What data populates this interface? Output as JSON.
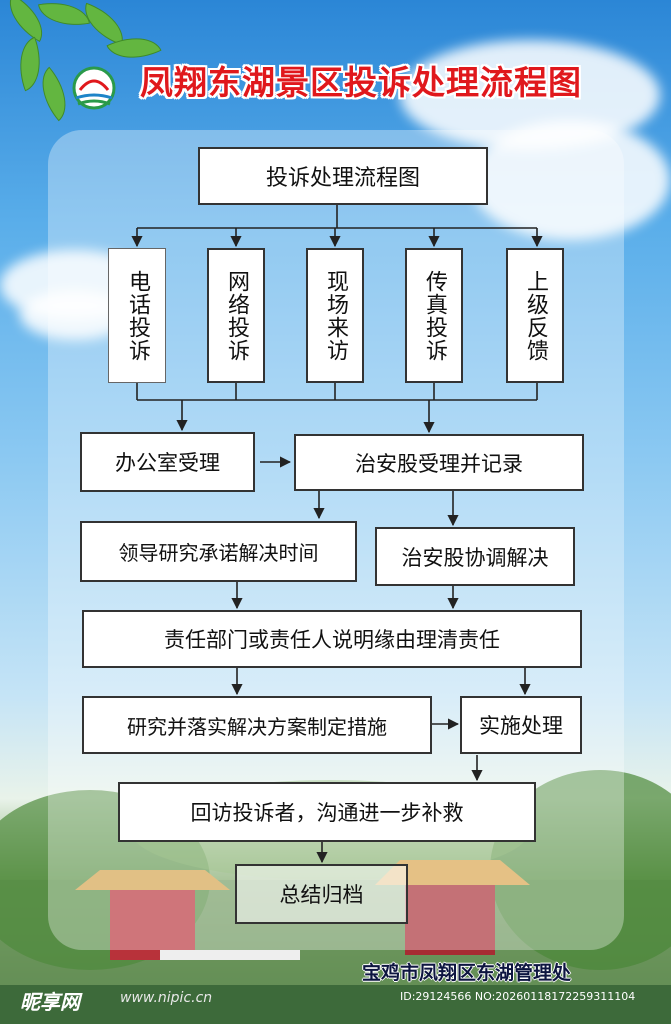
{
  "title": "凤翔东湖景区投诉处理流程图",
  "flow": {
    "header": "投诉处理流程图",
    "channels": [
      "电话投诉",
      "网络投诉",
      "现场来访",
      "传真投诉",
      "上级反馈"
    ],
    "office": "办公室受理",
    "security": "治安股受理并记录",
    "leaders": "领导研究承诺解决时间",
    "coordinate": "治安股协调解决",
    "responsibility": "责任部门或责任人说明缘由理清责任",
    "research": "研究并落实解决方案制定措施",
    "implement": "实施处理",
    "revisit": "回访投诉者，沟通进一步补救",
    "archive": "总结归档"
  },
  "footer": "宝鸡市凤翔区东湖管理处",
  "watermark": {
    "site_name": "昵享网",
    "site_url": "www.nipic.cn",
    "id_text": "ID:29124566 NO:20260118172259311104"
  },
  "colors": {
    "title": "#e0181c",
    "box_border": "#333333",
    "sky": "#2b86d6"
  }
}
